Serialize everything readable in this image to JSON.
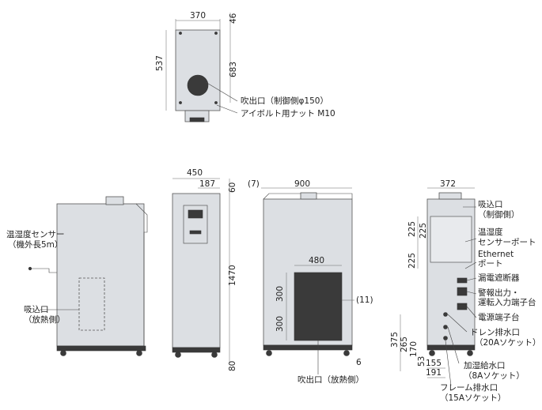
{
  "top_view": {
    "dim_width": "370",
    "dim_depth": "537",
    "dim_top": "46",
    "dim_outlet": "683",
    "callout_outlet": "吹出口（制御側φ150）",
    "callout_bolt": "アイボルト用ナット M10"
  },
  "left_side": {
    "callout_sensor_1": "温湿度センサー",
    "callout_sensor_2": "（機外長5m）",
    "callout_inlet_1": "吸込口",
    "callout_inlet_2": "（放熱側）"
  },
  "front_view": {
    "dim_width": "450",
    "dim_panel": "187",
    "dim_top": "60",
    "dim_height": "1470",
    "dim_base": "80"
  },
  "right_side": {
    "dim_offset": "(7)",
    "dim_width": "900",
    "dim_outlet_w": "480",
    "dim_outlet_h1": "300",
    "dim_outlet_h2": "300",
    "dim_gap": "(11)",
    "dim_foot": "6",
    "callout_outlet": "吹出口（放熱側）"
  },
  "back_view": {
    "dim_width": "372",
    "dim_h1": "225",
    "dim_h2": "225",
    "dim_h3": "225",
    "dim_v375": "375",
    "dim_v265": "265",
    "dim_v170": "170",
    "dim_v53": "53",
    "dim_v155": "155",
    "dim_v191": "191",
    "callout_inlet_1": "吸込口",
    "callout_inlet_2": "（制御側）",
    "callout_port_1": "温湿度",
    "callout_port_2": "センサーポート",
    "callout_eth_1": "Ethernet",
    "callout_eth_2": "ポート",
    "callout_breaker": "漏電遮断器",
    "callout_alarm_1": "警報出力・",
    "callout_alarm_2": "運転入力端子台",
    "callout_power": "電源端子台",
    "callout_drain_1": "ドレン排水口",
    "callout_drain_2": "（20Aソケット）",
    "callout_humid_1": "加湿給水口",
    "callout_humid_2": "（8Aソケット）",
    "callout_frame_1": "フレーム排水口",
    "callout_frame_2": "（15Aソケット）"
  }
}
